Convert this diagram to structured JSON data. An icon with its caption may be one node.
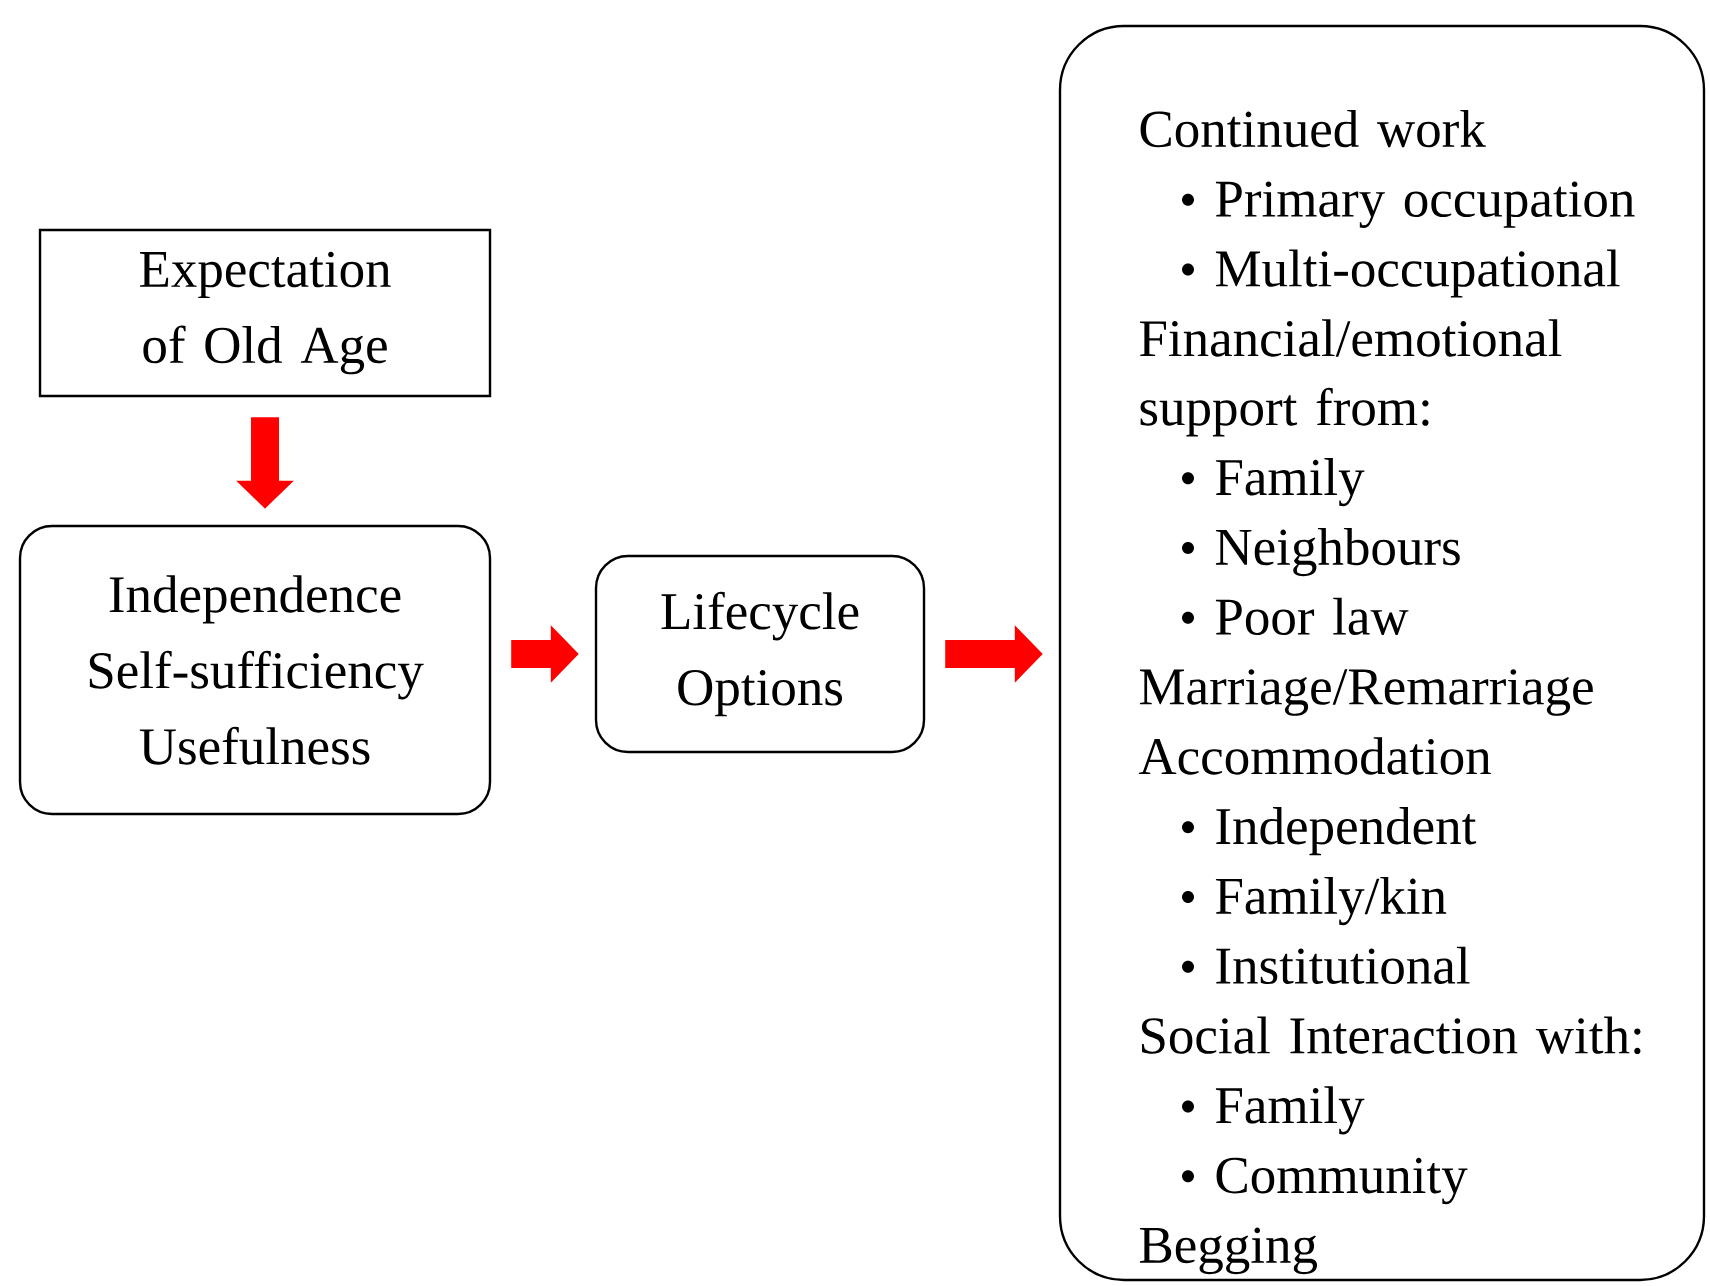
{
  "diagram": {
    "nodes": [
      {
        "text": [
          "Expectation of Old Age"
        ]
      },
      {
        "text": [
          "Independence",
          "Self-sufficiency",
          "Usefulness"
        ]
      },
      {
        "text": [
          "Lifecycle Options"
        ]
      },
      {
        "text": [
          "Continued work",
          "Primary occupation",
          "Multi-occupational",
          "Financial/emotional support from:",
          "Family",
          "Neighbours",
          "Poor law",
          "Marriage/Remarriage",
          "Accommodation",
          "Independent",
          "Family/kin",
          "Institutional",
          "Social Interaction with:",
          "Family",
          "Community",
          "Begging"
        ]
      }
    ],
    "edges": [
      {
        "from": 0,
        "to": 1,
        "arrow": "to"
      },
      {
        "from": 1,
        "to": 2,
        "arrow": "to"
      },
      {
        "from": 2,
        "to": 3,
        "arrow": "to"
      }
    ]
  }
}
